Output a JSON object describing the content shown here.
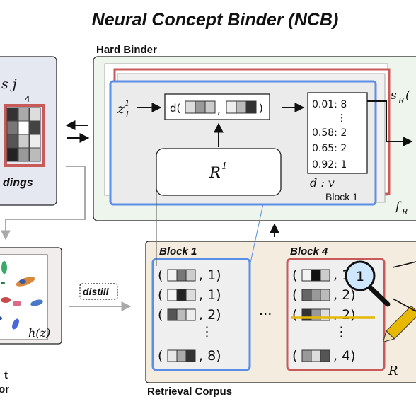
{
  "title": "Neural Concept Binder (NCB)",
  "left_panel": {
    "partial_label": "s j",
    "index_label": "4",
    "caption": "dings"
  },
  "hard_binder": {
    "label": "Hard Binder",
    "input_label": "z",
    "input_sup": "1",
    "input_sub": "1",
    "distance_label": "d(",
    "distance_sep": ",",
    "distance_close": ")",
    "retrieval_label": "R",
    "retrieval_sup": "1",
    "result_rows": [
      "0.01: 8",
      "⋮",
      "0.58: 2",
      "0.65: 2",
      "0.92: 1"
    ],
    "dv_label": "d : v",
    "block_label": "Block 1",
    "s_label": "s",
    "s_sub": "R",
    "s_suffix": "(",
    "f_label": "f",
    "f_sub": "R"
  },
  "soft_panel": {
    "h_label": "h(z)",
    "bottom_lines": [
      "t",
      "or"
    ]
  },
  "distill_label": "distill",
  "retrieval_corpus": {
    "label": "Retrieval Corpus",
    "corpus_symbol": "R",
    "ellipsis": "...",
    "blocks": [
      {
        "title": "Block 1",
        "rows": [
          {
            "value": "1",
            "cells": [
              "#f2f2f2",
              "#777777",
              "#cccccc"
            ]
          },
          {
            "value": "1",
            "cells": [
              "#f2f2f2",
              "#222222",
              "#dddddd"
            ]
          },
          {
            "value": "2",
            "cells": [
              "#555555",
              "#bbbbbb",
              "#eeeeee"
            ]
          },
          {
            "value": "8",
            "cells": [
              "#e8e8e8",
              "#aaaaaa",
              "#333333"
            ]
          }
        ]
      },
      {
        "title": "Block 4",
        "rows": [
          {
            "value": "1",
            "cells": [
              "#f2f2f2",
              "#111111",
              "#cccccc"
            ]
          },
          {
            "value": "2",
            "cells": [
              "#666666",
              "#999999",
              "#bbbbbb"
            ]
          },
          {
            "value": "2",
            "cells": [
              "#333333",
              "#999999",
              "#dddddd"
            ]
          },
          {
            "value": "4",
            "cells": [
              "#999999",
              "#dddddd",
              "#555555"
            ]
          }
        ]
      }
    ],
    "highlight_value": "1"
  },
  "colors": {
    "blue": "#5b8ee6",
    "red": "#c95a5a",
    "left_panel_bg": "#e5e8f1",
    "hard_binder_bg": "#eef5ec",
    "corpus_bg": "#f5ece0",
    "block_bg": "#efefef",
    "strike": "#e6b800",
    "magnifier": "#cfe6ff"
  }
}
